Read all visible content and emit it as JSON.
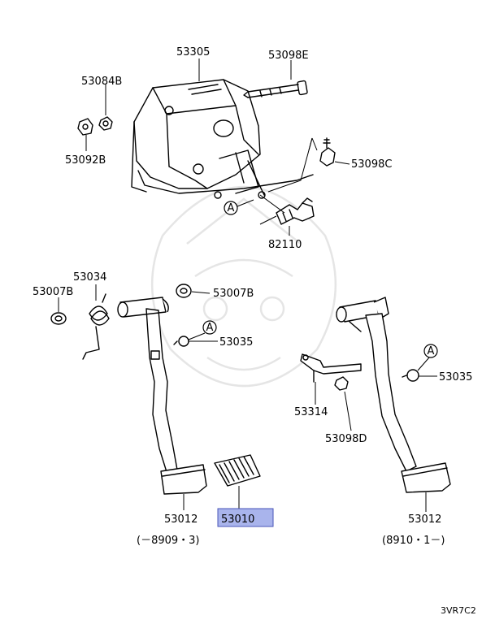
{
  "labels": {
    "p53305": "53305",
    "p53098E": "53098E",
    "p53084B": "53084B",
    "p53092B": "53092B",
    "p53098C": "53098C",
    "p82110": "82110",
    "p53034": "53034",
    "p53007B_left": "53007B",
    "p53007B_right": "53007B",
    "p53035_left": "53035",
    "p53035_right": "53035",
    "p53314": "53314",
    "p53098D": "53098D",
    "p53012_left": "53012",
    "p53010": "53010",
    "p53012_right": "53012",
    "date_left": "(－8909・3)",
    "date_right": "(8910・1－)",
    "ref_mark": "A",
    "diagram_code": "3VR7C2"
  },
  "colors": {
    "highlight_fill": "#a9b4ec",
    "highlight_border": "#4a56b8",
    "watermark": "#cfcfcf"
  }
}
